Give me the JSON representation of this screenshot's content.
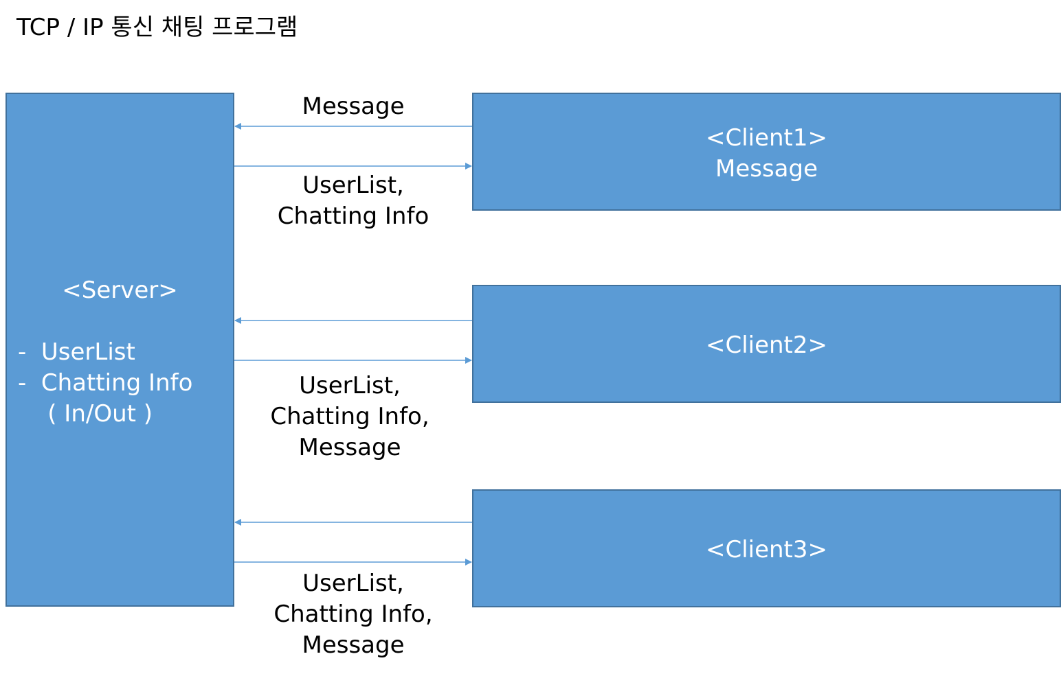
{
  "title": "TCP / IP 통신 채팅 프로그램",
  "server": {
    "name": "<Server>",
    "items": [
      "-  UserList",
      "-  Chatting Info",
      "    ( In/Out )"
    ]
  },
  "clients": [
    {
      "name": "<Client1>",
      "sub": "Message"
    },
    {
      "name": "<Client2>"
    },
    {
      "name": "<Client3>"
    }
  ],
  "labels": {
    "c1_to_server": "Message",
    "server_to_c1": [
      "UserList,",
      "Chatting Info"
    ],
    "server_to_c2": [
      "UserList,",
      "Chatting Info,",
      "Message"
    ],
    "server_to_c3": [
      "UserList,",
      "Chatting Info,",
      "Message"
    ]
  },
  "colors": {
    "box_fill": "#5b9bd5",
    "box_border": "#41719c",
    "arrow": "#5b9bd5"
  }
}
